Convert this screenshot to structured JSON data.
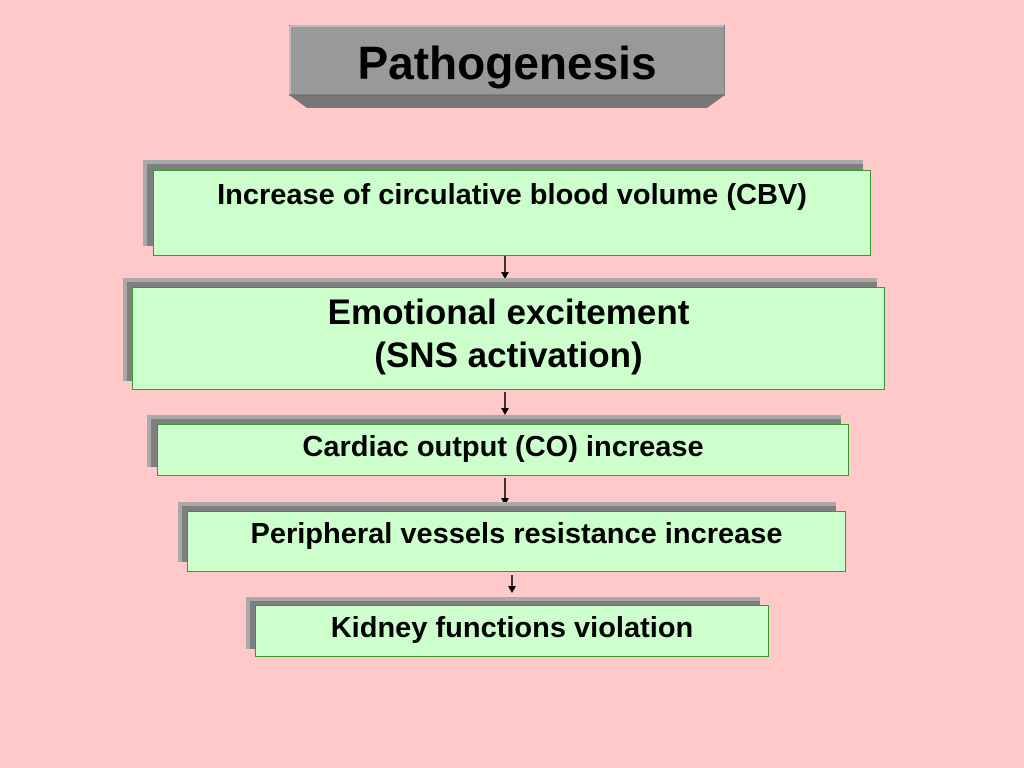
{
  "title": "Pathogenesis",
  "steps": [
    {
      "label": "Increase of circulative blood volume (CBV)"
    },
    {
      "line1": "Emotional excitement",
      "line2": "(SNS activation)"
    },
    {
      "label": "Cardiac output (CO) increase"
    },
    {
      "label": "Peripheral vessels resistance increase"
    },
    {
      "label": "Kidney functions violation"
    }
  ],
  "colors": {
    "background": "#FFC9C9",
    "box_fill": "#CCFFCC",
    "box_border": "#339933",
    "shadow": "#7F7F7F",
    "title_box": "#999999"
  }
}
